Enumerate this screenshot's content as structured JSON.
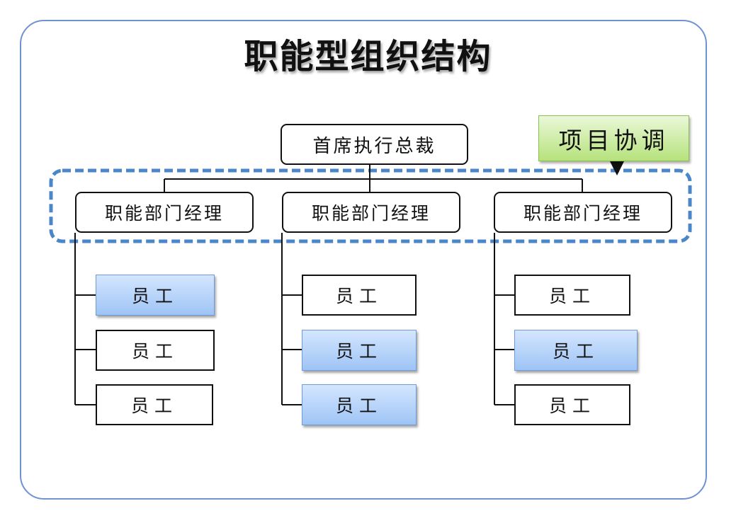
{
  "title": "职能型组织结构",
  "ceo": {
    "label": "首席执行总裁"
  },
  "coordination": {
    "label": "项目协调"
  },
  "departments": [
    {
      "label": "职能部门经理",
      "employees": [
        {
          "label": "员工",
          "highlighted": true
        },
        {
          "label": "员工",
          "highlighted": false
        },
        {
          "label": "员工",
          "highlighted": false
        }
      ]
    },
    {
      "label": "职能部门经理",
      "employees": [
        {
          "label": "员工",
          "highlighted": false
        },
        {
          "label": "员工",
          "highlighted": true
        },
        {
          "label": "员工",
          "highlighted": true
        }
      ]
    },
    {
      "label": "职能部门经理",
      "employees": [
        {
          "label": "员工",
          "highlighted": false
        },
        {
          "label": "员工",
          "highlighted": true
        },
        {
          "label": "员工",
          "highlighted": false
        }
      ]
    }
  ],
  "colors": {
    "frame": "#6f93cf",
    "dashed_group": "#4a86c8",
    "highlight_fill": "#9ec4f5",
    "coordination_fill": "#b6e27c"
  }
}
